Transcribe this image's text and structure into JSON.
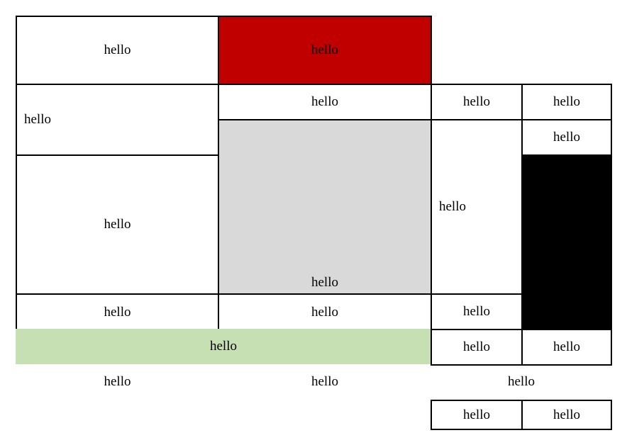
{
  "colors": {
    "red": "#c00000",
    "gray": "#d9d9d9",
    "green": "#c6e0b4",
    "black": "#000000"
  },
  "grid": {
    "r1_c1": "hello",
    "r1_c2": "hello",
    "r2_c1": "hello",
    "r2_c2": "hello",
    "r2_c3": "hello",
    "r2_c4": "hello",
    "r3_c4": "hello",
    "r4_c1": "hello",
    "gray_block": "hello",
    "mid_c3": "hello",
    "r5_c1": "hello",
    "r5_c2": "hello",
    "r5_c3": "hello",
    "green_span": "hello",
    "r6_c3": "hello",
    "r6_c4": "hello",
    "r7_c1": "hello",
    "r7_c2": "hello",
    "r7_c34": "hello",
    "r8_c3": "hello",
    "r8_c4": "hello"
  }
}
